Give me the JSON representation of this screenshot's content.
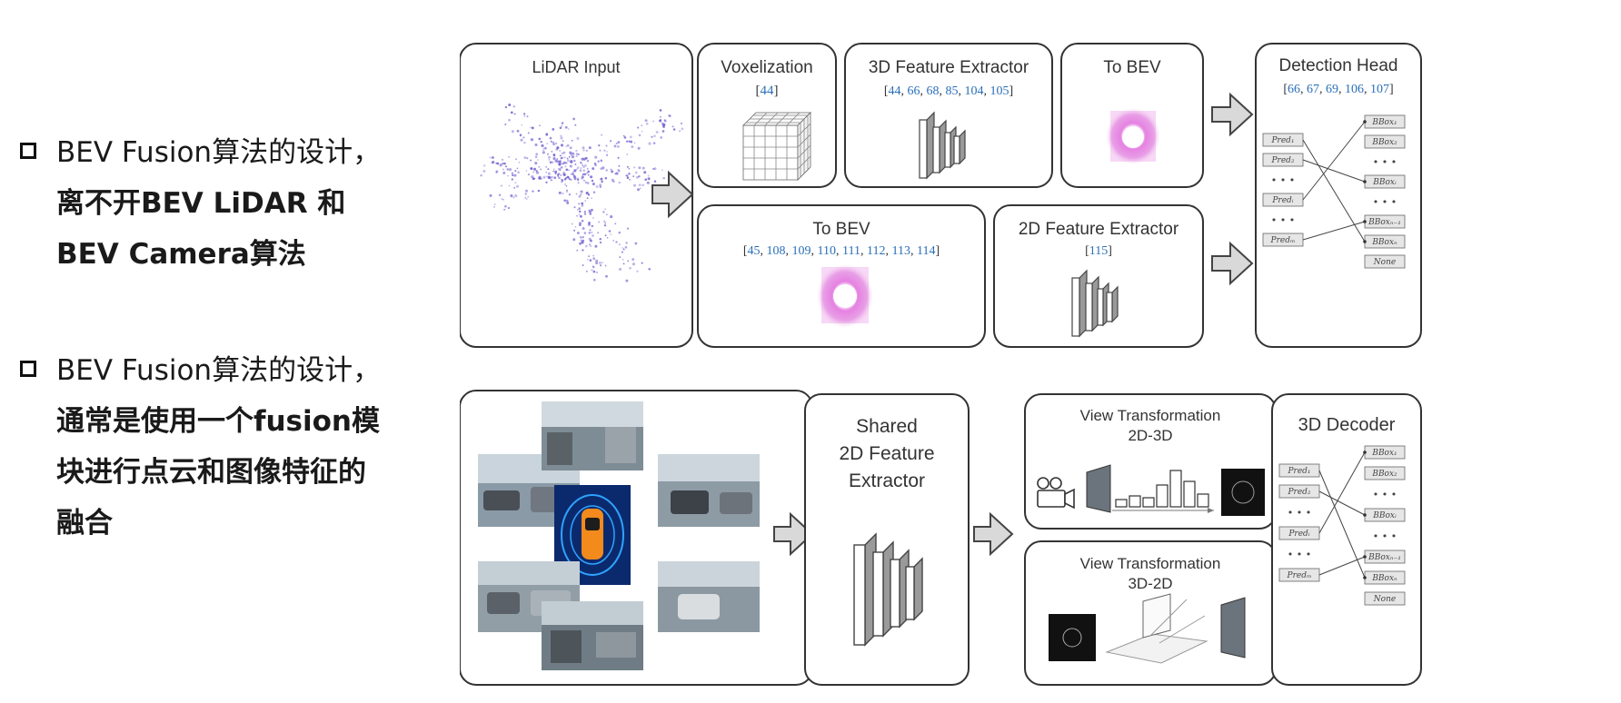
{
  "bullets": [
    {
      "first": "BEV Fusion算法的设计，",
      "rest": [
        "离不开BEV LiDAR 和",
        "BEV Camera算法"
      ]
    },
    {
      "first": "BEV Fusion算法的设计，",
      "rest": [
        "通常是使用一个fusion模",
        "块进行点云和图像特征的",
        "融合"
      ]
    }
  ],
  "top_row": {
    "lidar_input": "LiDAR Input",
    "voxelization": {
      "title": "Voxelization",
      "refs": [
        "44"
      ]
    },
    "feature3d": {
      "title": "3D Feature Extractor",
      "refs": [
        "44",
        "66",
        "68",
        "85",
        "104",
        "105"
      ]
    },
    "to_bev_a": {
      "title": "To BEV"
    },
    "to_bev_b": {
      "title": "To BEV",
      "refs": [
        "45",
        "108",
        "109",
        "110",
        "111",
        "112",
        "113",
        "114"
      ]
    },
    "feature2d": {
      "title": "2D Feature Extractor",
      "refs": [
        "115"
      ]
    },
    "detection_head": {
      "title": "Detection Head",
      "refs": [
        "66",
        "67",
        "69",
        "106",
        "107"
      ]
    }
  },
  "bottom_row": {
    "shared": [
      "Shared",
      "2D Feature",
      "Extractor"
    ],
    "vt_2d3d": [
      "View Transformation",
      "2D-3D"
    ],
    "vt_3d2d": [
      "View Transformation",
      "3D-2D"
    ],
    "decoder": "3D Decoder"
  },
  "matching": {
    "preds": [
      "Pred₁",
      "Pred₂",
      "• • •",
      "Predᵢ",
      "• • •",
      "Predₘ"
    ],
    "bboxes": [
      "BBox₁",
      "BBox₂",
      "• • •",
      "BBoxᵢ",
      "• • •",
      "BBoxₙ₋₁",
      "BBoxₙ",
      "None"
    ]
  },
  "colors": {
    "box_stroke": "#333333",
    "arrow_fill": "#d9d9d9",
    "ref_blue": "#2a6fb8",
    "point_purple": "#6a5acd",
    "bev_pink": "#d46ad8"
  }
}
